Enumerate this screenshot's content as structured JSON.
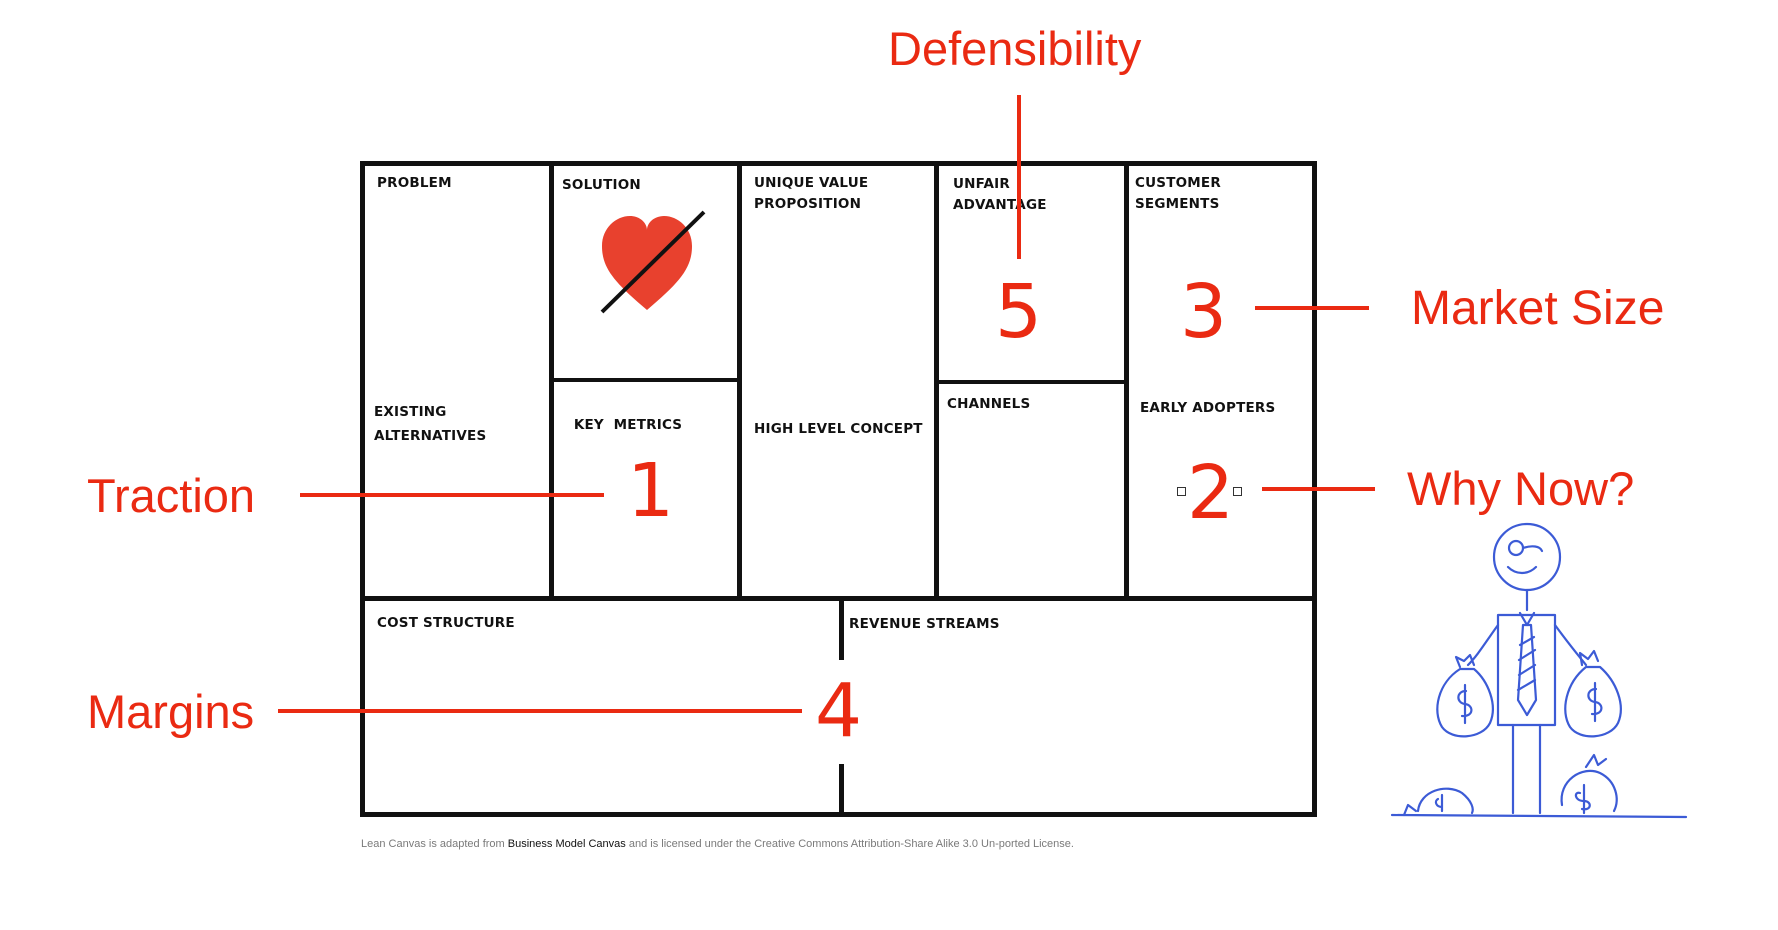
{
  "canvas": {
    "blocks": {
      "problem": "PROBLEM",
      "solution": "SOLUTION",
      "unique_value_line1": "UNIQUE VALUE",
      "unique_value_line2": "PROPOSITION",
      "unfair_line1": "UNFAIR",
      "unfair_line2": "ADVANTAGE",
      "customer_line1": "CUSTOMER",
      "customer_line2": "SEGMENTS",
      "existing_line1": "EXISTING",
      "existing_line2": "ALTERNATIVES",
      "key_metrics": "KEY  METRICS",
      "high_level_concept": "HIGH LEVEL CONCEPT",
      "channels": "CHANNELS",
      "early_adopters": "EARLY ADOPTERS",
      "cost_structure": "COST STRUCTURE",
      "revenue_streams": "REVENUE STREAMS"
    }
  },
  "annotations": {
    "defensibility": {
      "label": "Defensibility",
      "number": "5"
    },
    "market_size": {
      "label": "Market Size",
      "number": "3"
    },
    "why_now": {
      "label": "Why Now?",
      "number": "2"
    },
    "traction": {
      "label": "Traction",
      "number": "1"
    },
    "margins": {
      "label": "Margins",
      "number": "4"
    }
  },
  "footer": {
    "prefix": "Lean Canvas is adapted from ",
    "link": "Business Model Canvas",
    "suffix": " and is licensed under the Creative Commons Attribution-Share Alike 3.0 Un-ported License."
  },
  "colors": {
    "annotation_red": "#ea2a12",
    "heart_red": "#e8412e",
    "sketch_blue": "#3c5bd6",
    "ink": "#111111"
  },
  "icons": {
    "heart": "heart-icon",
    "figure": "businessman-with-money-bags-illustration"
  }
}
